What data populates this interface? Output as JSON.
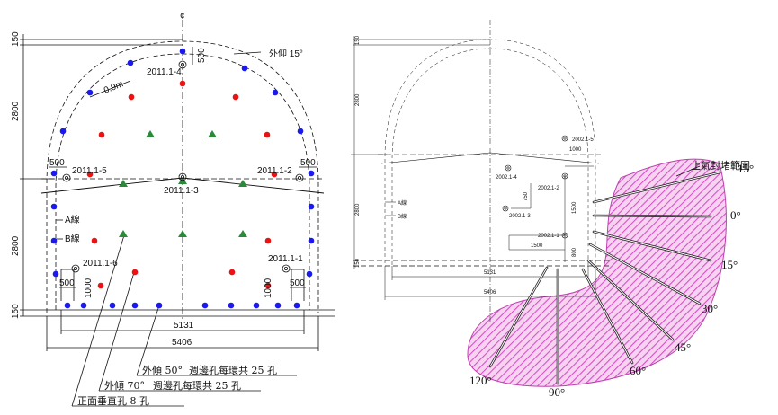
{
  "left": {
    "center_mark": "¢",
    "dims": {
      "top": "150",
      "upper_height": "2800",
      "lower_height": "2800",
      "bottom": "150",
      "top_offset": "500",
      "left_offset_mid": "500",
      "right_offset_mid": "500",
      "left_offset_low": "500",
      "right_offset_low": "500",
      "left_rise": "1000",
      "right_rise": "1000",
      "inner_width": "5131",
      "outer_width": "5406",
      "spacing": "0.9m"
    },
    "holes": {
      "h1": "2011.1-4",
      "h2": "2011.1-5",
      "h3": "2011.1-2",
      "h4": "2011.1-3",
      "h5": "2011.1-6",
      "h6": "2011.1-1"
    },
    "labels": {
      "outer_angle": "外仰 15°",
      "line_a": "A線",
      "line_b": "B線"
    },
    "notes": {
      "n1_angle": "外傾 50°",
      "n1_text": "週邊孔每環共 25 孔",
      "n2_angle": "外傾 70°",
      "n2_text": "週邊孔每環共 25 孔",
      "n3_text": "正面垂直孔 8 孔"
    }
  },
  "right": {
    "dims": {
      "top": "150",
      "upper_height": "2800",
      "lower_height": "2800",
      "bottom": "150",
      "offset_1000": "1000",
      "d750": "750",
      "d1500_v": "1500",
      "d1500_h": "1500",
      "d800": "800",
      "inner_width": "5131",
      "outer_width": "5406"
    },
    "holes": {
      "h1": "2002.1-5",
      "h2": "2002.1-4",
      "h3": "2002.1-2",
      "h4": "2002.1-3",
      "h5": "2002.1-1"
    },
    "labels": {
      "line_a": "A線",
      "line_b": "B線",
      "seal_zone": "止氣封堵範圍"
    },
    "angles": {
      "a1": "15°",
      "a2": "0°",
      "a3": "15°",
      "a4": "30°",
      "a5": "45°",
      "a6": "60°",
      "a7": "90°",
      "a8": "120°"
    }
  },
  "colors": {
    "blue_hole": "#1a1aee",
    "red_hole": "#ee1111",
    "green_hole": "#2a8a3a",
    "seal_fill": "#f0b8e8",
    "seal_hatch": "#d84fc8",
    "line": "#111111"
  }
}
